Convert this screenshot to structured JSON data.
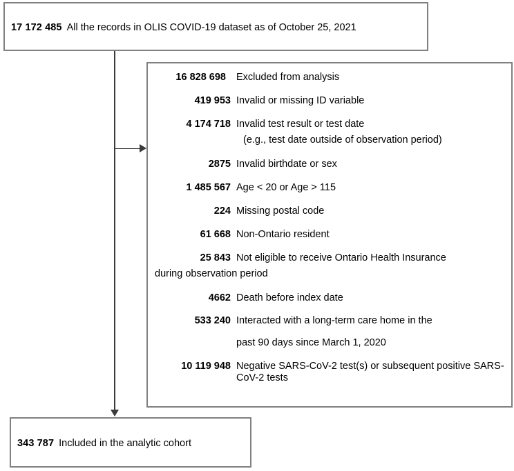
{
  "figure": {
    "type": "study-flow-diagram",
    "title": "OLIS COVID-19 dataset cohort selection flow"
  },
  "source_box": {
    "count": "17 172 485",
    "description": "All the records in OLIS COVID-19 dataset as of October 25, 2021"
  },
  "exclusion_box": {
    "header": {
      "count": "16 828 698",
      "description": "Excluded from analysis"
    },
    "items": [
      {
        "count": "419 953",
        "description": "Invalid or missing ID variable",
        "continuation": ""
      },
      {
        "count": "4 174 718",
        "description": "Invalid test result or test date",
        "continuation": "(e.g., test date outside of observation period)"
      },
      {
        "count": "2875",
        "description": "Invalid birthdate or sex",
        "continuation": ""
      },
      {
        "count": "1 485 567",
        "description": "Age < 20 or Age > 115",
        "continuation": ""
      },
      {
        "count": "224",
        "description": "Missing postal code",
        "continuation": ""
      },
      {
        "count": "61 668",
        "description": "Non-Ontario resident",
        "continuation": ""
      },
      {
        "count": "25 843",
        "description": "Not eligible to receive Ontario Health Insurance",
        "continuation": "during observation period"
      },
      {
        "count": "4662",
        "description": "Death before index date",
        "continuation": ""
      },
      {
        "count": "533 240",
        "description": "Interacted with a long-term care home in the",
        "continuation": "past 90 days since March 1, 2020"
      },
      {
        "count": "10 119 948",
        "description": "Negative SARS-CoV-2 test(s) or subsequent positive SARS-CoV-2 tests",
        "continuation": ""
      }
    ]
  },
  "cohort_box": {
    "count": "343 787",
    "description": "Included in the analytic cohort"
  },
  "colors": {
    "box_border": "#808080",
    "connector": "#3a3a3a",
    "text": "#000000",
    "background": "#ffffff"
  }
}
